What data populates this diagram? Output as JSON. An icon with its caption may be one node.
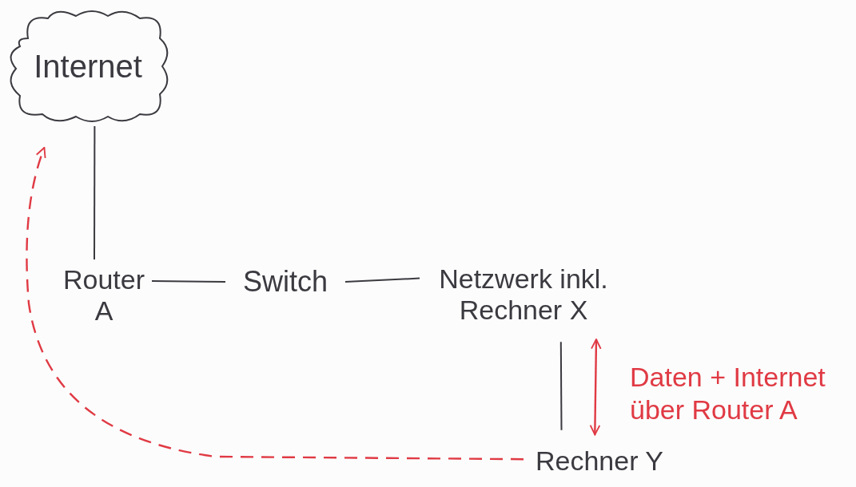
{
  "diagram": {
    "nodes": [
      {
        "text": [
          "Internet"
        ]
      },
      {
        "text": [
          "Router A"
        ]
      },
      {
        "text": [
          "Switch"
        ]
      },
      {
        "text": [
          "Netzwerk inkl. Rechner X"
        ]
      },
      {
        "text": [
          "Rechner Y"
        ]
      }
    ],
    "edges": [
      {
        "from": 0,
        "to": 1,
        "arrow": "none"
      },
      {
        "from": 1,
        "to": 2,
        "arrow": "none"
      },
      {
        "from": 2,
        "to": 3,
        "arrow": "none"
      },
      {
        "from": 3,
        "to": 4,
        "arrow": "none"
      },
      {
        "from": 3,
        "to": 4,
        "arrow": "both",
        "color": "#e03a44",
        "label": "Daten + Internet über Router A"
      },
      {
        "from": 4,
        "to": 0,
        "arrow": "to",
        "style": "dashed",
        "color": "#e03a44"
      }
    ]
  }
}
